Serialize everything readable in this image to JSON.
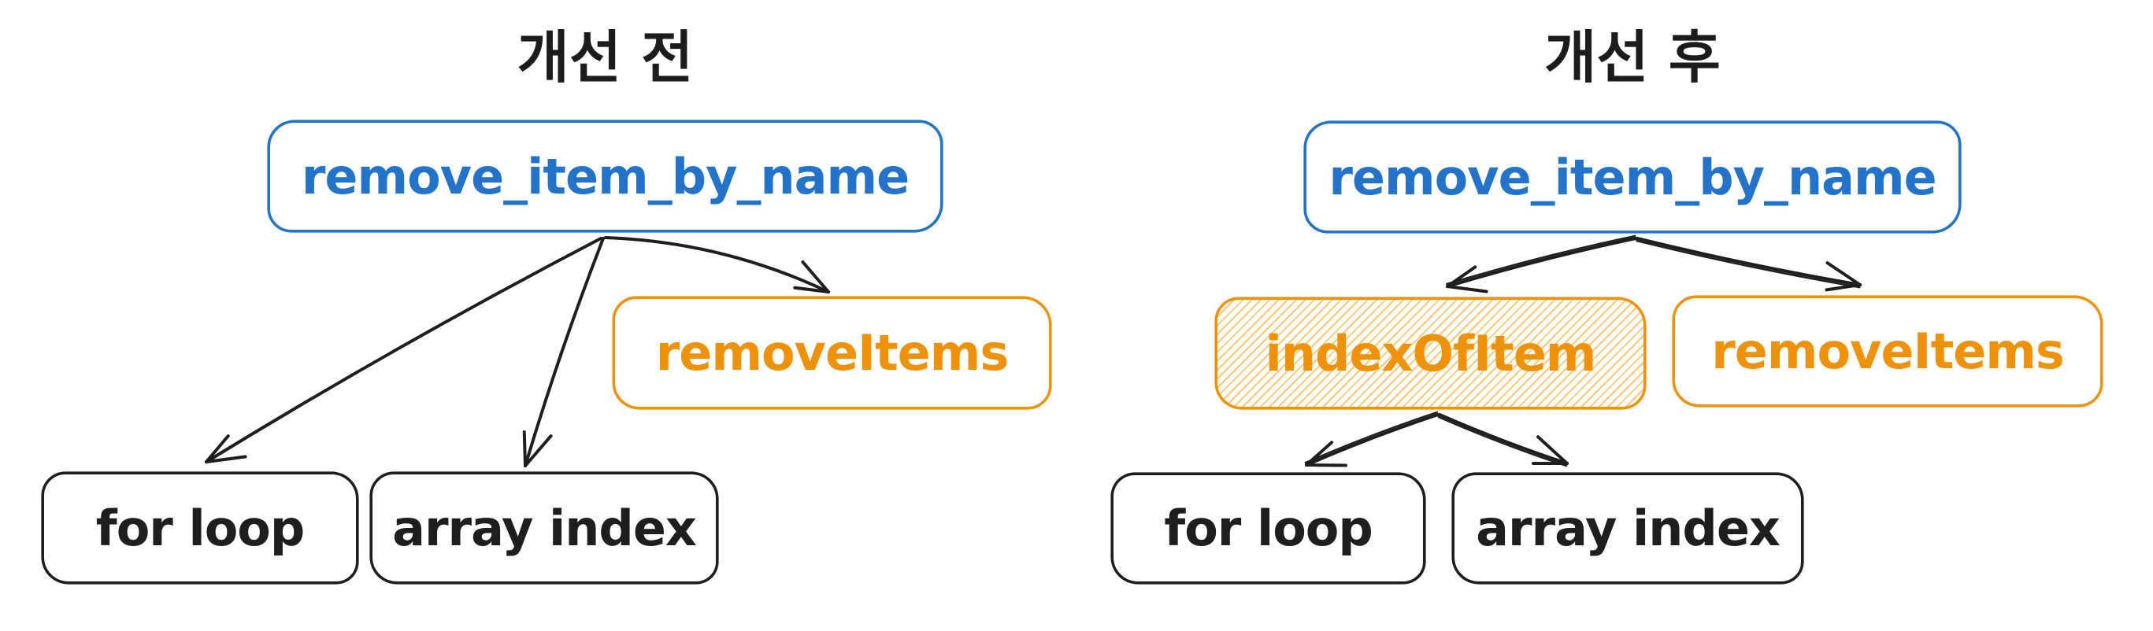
{
  "colors": {
    "blue": "#2273c9",
    "orange": "#ef920b",
    "ink": "#1e1e1e",
    "hachure_line": "#f4b854",
    "background": "#ffffff"
  },
  "diagrams": [
    {
      "id": "before",
      "title": "개선 전",
      "nodes": [
        {
          "id": "root",
          "label": "remove_item_by_name",
          "color": "blue",
          "fill": "white"
        },
        {
          "id": "removeItems",
          "label": "removeItems",
          "color": "orange",
          "fill": "white"
        },
        {
          "id": "forLoop",
          "label": "for loop",
          "color": "ink",
          "fill": "white"
        },
        {
          "id": "arrayIndex",
          "label": "array index",
          "color": "ink",
          "fill": "white"
        }
      ],
      "edges": [
        {
          "from": "root",
          "to": "forLoop"
        },
        {
          "from": "root",
          "to": "arrayIndex"
        },
        {
          "from": "root",
          "to": "removeItems"
        }
      ]
    },
    {
      "id": "after",
      "title": "개선 후",
      "nodes": [
        {
          "id": "root2",
          "label": "remove_item_by_name",
          "color": "blue",
          "fill": "white"
        },
        {
          "id": "indexOfItem",
          "label": "indexOfItem",
          "color": "orange",
          "fill": "hachure"
        },
        {
          "id": "removeItems2",
          "label": "removeItems",
          "color": "orange",
          "fill": "white"
        },
        {
          "id": "forLoop2",
          "label": "for loop",
          "color": "ink",
          "fill": "white"
        },
        {
          "id": "arrayIndex2",
          "label": "array index",
          "color": "ink",
          "fill": "white"
        }
      ],
      "edges": [
        {
          "from": "root2",
          "to": "indexOfItem"
        },
        {
          "from": "root2",
          "to": "removeItems2"
        },
        {
          "from": "indexOfItem",
          "to": "forLoop2"
        },
        {
          "from": "indexOfItem",
          "to": "arrayIndex2"
        }
      ]
    }
  ]
}
